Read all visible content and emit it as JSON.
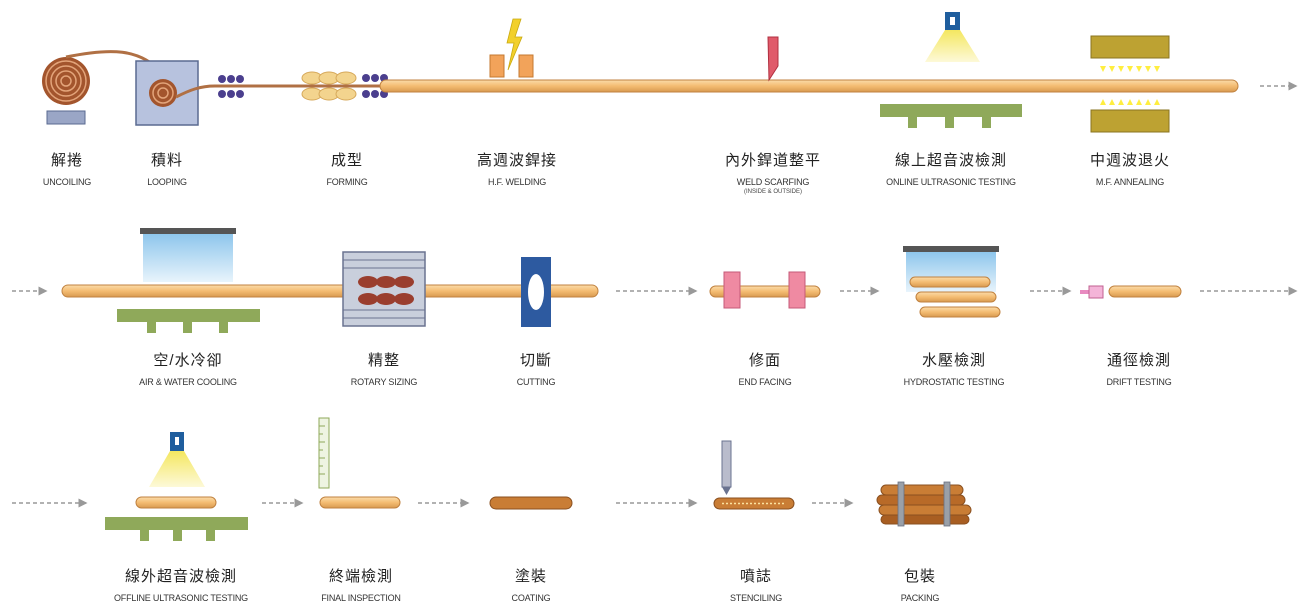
{
  "colors": {
    "pipe": "#f5c27d",
    "pipe_dark": "#c77a2a",
    "strip": "#c0804e",
    "coil_outer": "#a3552d",
    "coil_ring": "#e3a47a",
    "looping_box": "#b7c2de",
    "roller_purple": "#4b3f8e",
    "forming_roll": "#f3d48e",
    "welder_block": "#f2a35a",
    "spark": "#f2d02b",
    "scarf_tool": "#e05a6a",
    "probe": "#1f5e9e",
    "beam": "#f7ec8c",
    "bed_green": "#8fa95a",
    "induction_coil": "#bda232",
    "heat_arrow": "#ffee40",
    "water_top": "#555555",
    "water_spray": "#9cd0ef",
    "sizing_frame": "#b8bdcc",
    "sizing_roll": "#9a3e2e",
    "cutter": "#2d5aa0",
    "end_facing": "#ef8aa2",
    "drift_tool": "#e88ac0",
    "coated_pipe": "#c97d35",
    "bundle_band": "#9aa0a8",
    "arrow": "#999999"
  },
  "stages": [
    {
      "zh": "解捲",
      "en": "UNCOILING"
    },
    {
      "zh": "積料",
      "en": "LOOPING"
    },
    {
      "zh": "成型",
      "en": "FORMING"
    },
    {
      "zh": "高週波銲接",
      "en": "H.F. WELDING"
    },
    {
      "zh": "內外銲道整平",
      "en": "WELD SCARFING",
      "sub": "(INSIDE & OUTSIDE)"
    },
    {
      "zh": "線上超音波檢測",
      "en": "ONLINE ULTRASONIC TESTING"
    },
    {
      "zh": "中週波退火",
      "en": "M.F. ANNEALING"
    },
    {
      "zh": "空/水冷卻",
      "en": "AIR & WATER COOLING"
    },
    {
      "zh": "精整",
      "en": "ROTARY SIZING"
    },
    {
      "zh": "切斷",
      "en": "CUTTING"
    },
    {
      "zh": "修面",
      "en": "END FACING"
    },
    {
      "zh": "水壓檢測",
      "en": "HYDROSTATIC TESTING"
    },
    {
      "zh": "通徑檢測",
      "en": "DRIFT TESTING"
    },
    {
      "zh": "線外超音波檢測",
      "en": "OFFLINE ULTRASONIC TESTING"
    },
    {
      "zh": "終端檢測",
      "en": "FINAL INSPECTION"
    },
    {
      "zh": "塗裝",
      "en": "COATING"
    },
    {
      "zh": "噴誌",
      "en": "STENCILING"
    },
    {
      "zh": "包裝",
      "en": "PACKING"
    }
  ]
}
